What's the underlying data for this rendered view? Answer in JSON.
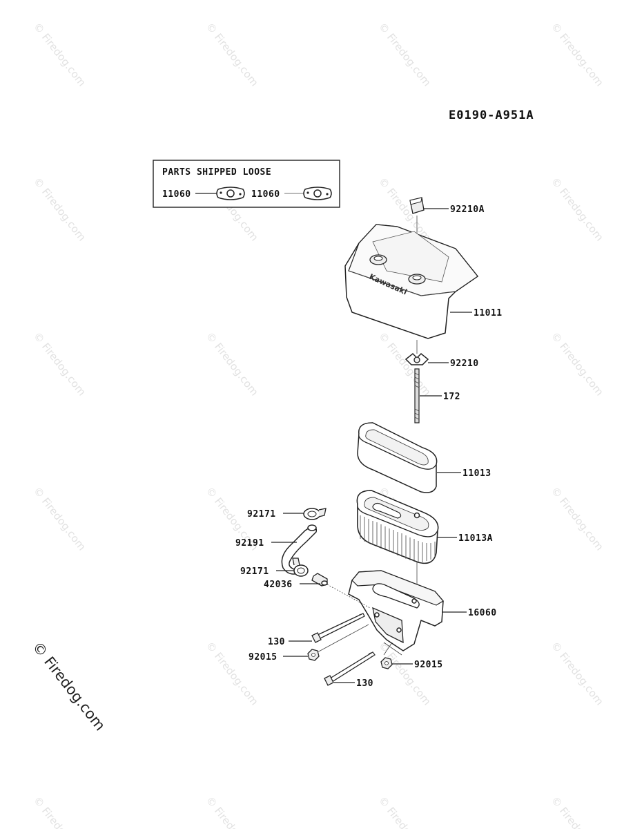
{
  "diagram_code": "E0190-A951A",
  "loose_box": {
    "title": "PARTS SHIPPED LOOSE",
    "items": [
      "11060",
      "11060"
    ]
  },
  "callouts": {
    "p92210A": "92210A",
    "p11011": "11011",
    "p92210": "92210",
    "p172": "172",
    "p11013": "11013",
    "p11013A": "11013A",
    "p92171_top": "92171",
    "p92191": "92191",
    "p92171_bot": "92171",
    "p42036": "42036",
    "p16060": "16060",
    "p130_left": "130",
    "p92015_left": "92015",
    "p92015_right": "92015",
    "p130_bottom": "130"
  },
  "brand_marking": "Kawasaki",
  "watermark": "© Firedog.com"
}
